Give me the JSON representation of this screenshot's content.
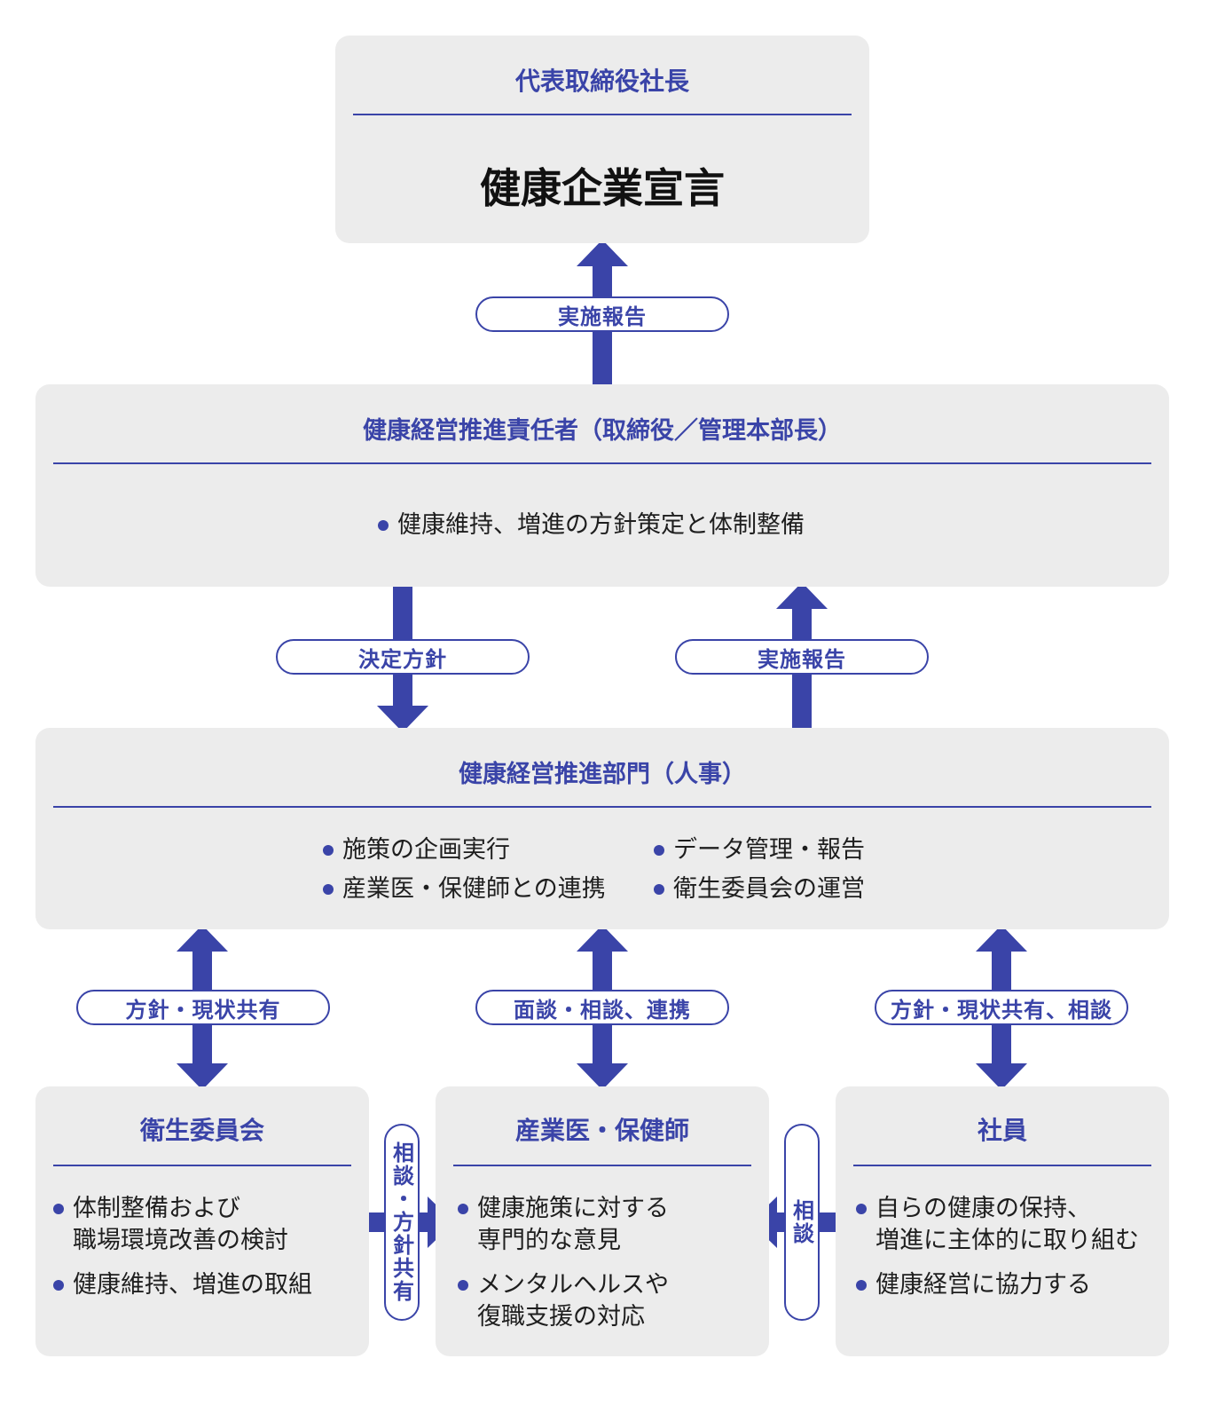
{
  "colors": {
    "accent": "#3a44a8",
    "box": "#ececec"
  },
  "president": {
    "title": "代表取締役社長",
    "declaration": "健康企業宣言"
  },
  "responsible": {
    "title": "健康経営推進責任者（取締役／管理本部長）",
    "items": [
      "健康維持、増進の方針策定と体制整備"
    ]
  },
  "department": {
    "title": "健康経営推進部門（人事）",
    "items_left": [
      "施策の企画実行",
      "産業医・保健師との連携"
    ],
    "items_right": [
      "データ管理・報告",
      "衛生委員会の運営"
    ]
  },
  "committee": {
    "title": "衛生委員会",
    "item1_line1": "体制整備および",
    "item1_line2": "職場環境改善の検討",
    "item2": "健康維持、増進の取組"
  },
  "doctor": {
    "title": "産業医・保健師",
    "item1_line1": "健康施策に対する",
    "item1_line2": "専門的な意見",
    "item2_line1": "メンタルヘルスや",
    "item2_line2": "復職支援の対応"
  },
  "employee": {
    "title": "社員",
    "item1_line1": "自らの健康の保持、",
    "item1_line2": "増進に主体的に取り組む",
    "item2": "健康経営に協力する"
  },
  "labels": {
    "report_top": "実施報告",
    "decided_policy": "決定方針",
    "report_mid": "実施報告",
    "share_left": "方針・現状共有",
    "consult_center": "面談・相談、連携",
    "share_right": "方針・現状共有、相談",
    "side_left": "相談・方針共有",
    "side_right": "相談"
  }
}
